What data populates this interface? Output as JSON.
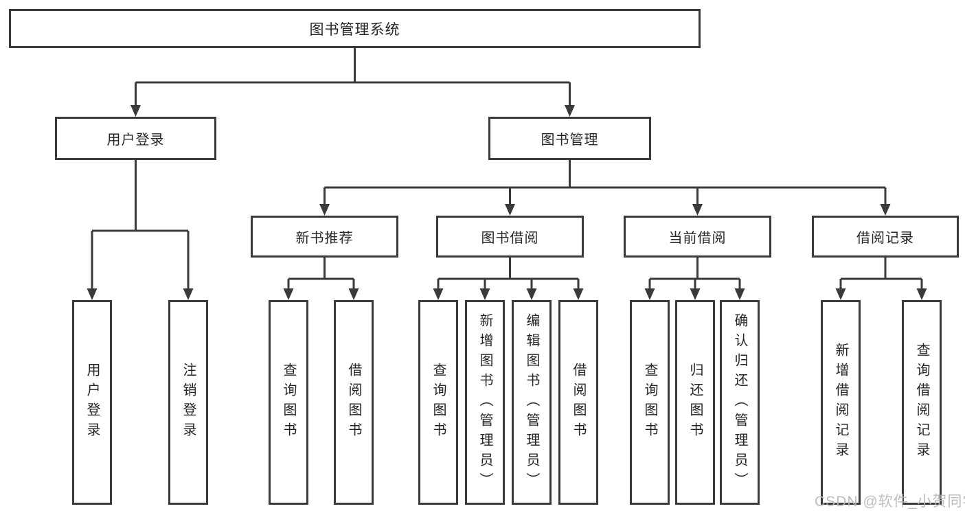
{
  "diagram": {
    "root": {
      "label": "图书管理系统"
    },
    "branches": [
      {
        "label": "用户登录",
        "children": [
          {
            "label": "用户登录"
          },
          {
            "label": "注销登录"
          }
        ]
      },
      {
        "label": "图书管理",
        "children": [
          {
            "label": "新书推荐",
            "children": [
              {
                "label": "查询图书"
              },
              {
                "label": "借阅图书"
              }
            ]
          },
          {
            "label": "图书借阅",
            "children": [
              {
                "label": "查询图书"
              },
              {
                "label": "新增图书（管理员）"
              },
              {
                "label": "编辑图书（管理员）"
              },
              {
                "label": "借阅图书"
              }
            ]
          },
          {
            "label": "当前借阅",
            "children": [
              {
                "label": "查询图书"
              },
              {
                "label": "归还图书"
              },
              {
                "label": "确认归还（管理员）"
              }
            ]
          },
          {
            "label": "借阅记录",
            "children": [
              {
                "label": "新增借阅记录"
              },
              {
                "label": "查询借阅记录"
              }
            ]
          }
        ]
      }
    ]
  },
  "watermark": {
    "text": "CSDN @软件_小贺同学"
  },
  "colors": {
    "line": "#3a3a3a",
    "box_border": "#3a3a3a",
    "text": "#262626",
    "watermark": "#b9b9b9"
  }
}
